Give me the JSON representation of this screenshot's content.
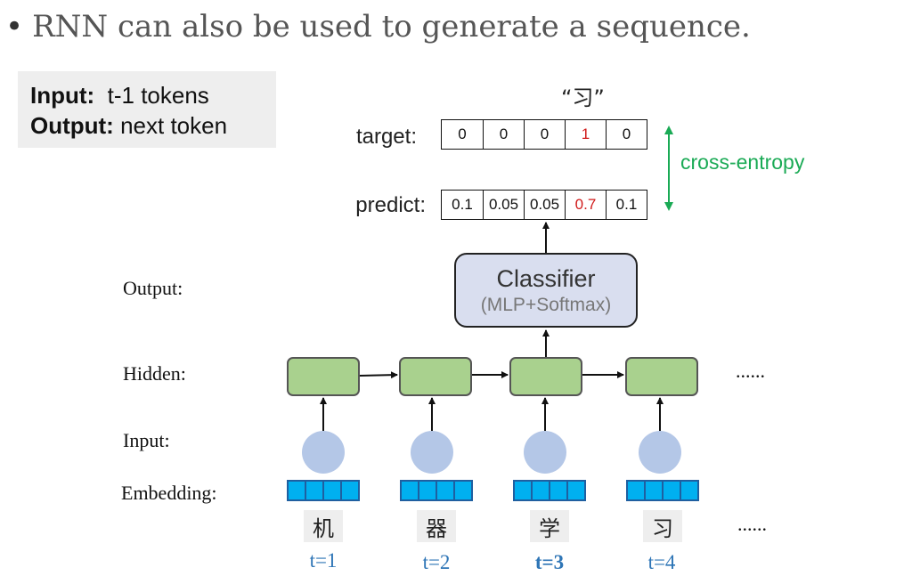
{
  "bullet": "RNN can also be used to generate a sequence.",
  "io_box": {
    "input_label": "Input:",
    "input_value": "t-1 tokens",
    "output_label": "Output:",
    "output_value": "next token"
  },
  "target": {
    "label": "target:",
    "word": "“习”",
    "values": [
      "0",
      "0",
      "0",
      "1",
      "0"
    ],
    "highlight_index": 3
  },
  "predict": {
    "label": "predict:",
    "values": [
      "0.1",
      "0.05",
      "0.05",
      "0.7",
      "0.1"
    ],
    "highlight_index": 3
  },
  "loss_label": "cross-entropy",
  "classifier": {
    "title": "Classifier",
    "subtitle": "(MLP+Softmax)"
  },
  "row_labels": {
    "output": "Output:",
    "hidden": "Hidden:",
    "input": "Input:",
    "embedding": "Embedding:"
  },
  "tokens": [
    {
      "char": "机",
      "t": "t=1",
      "bold": false
    },
    {
      "char": "器",
      "t": "t=2",
      "bold": false
    },
    {
      "char": "学",
      "t": "t=3",
      "bold": true
    },
    {
      "char": "习",
      "t": "t=4",
      "bold": false
    }
  ],
  "ellipsis": "......",
  "colors": {
    "highlight": "#d01a1a",
    "loss": "#1aaa55",
    "time": "#2e75b6",
    "hidden": "#a9d18e",
    "classifier": "#d9deef"
  }
}
